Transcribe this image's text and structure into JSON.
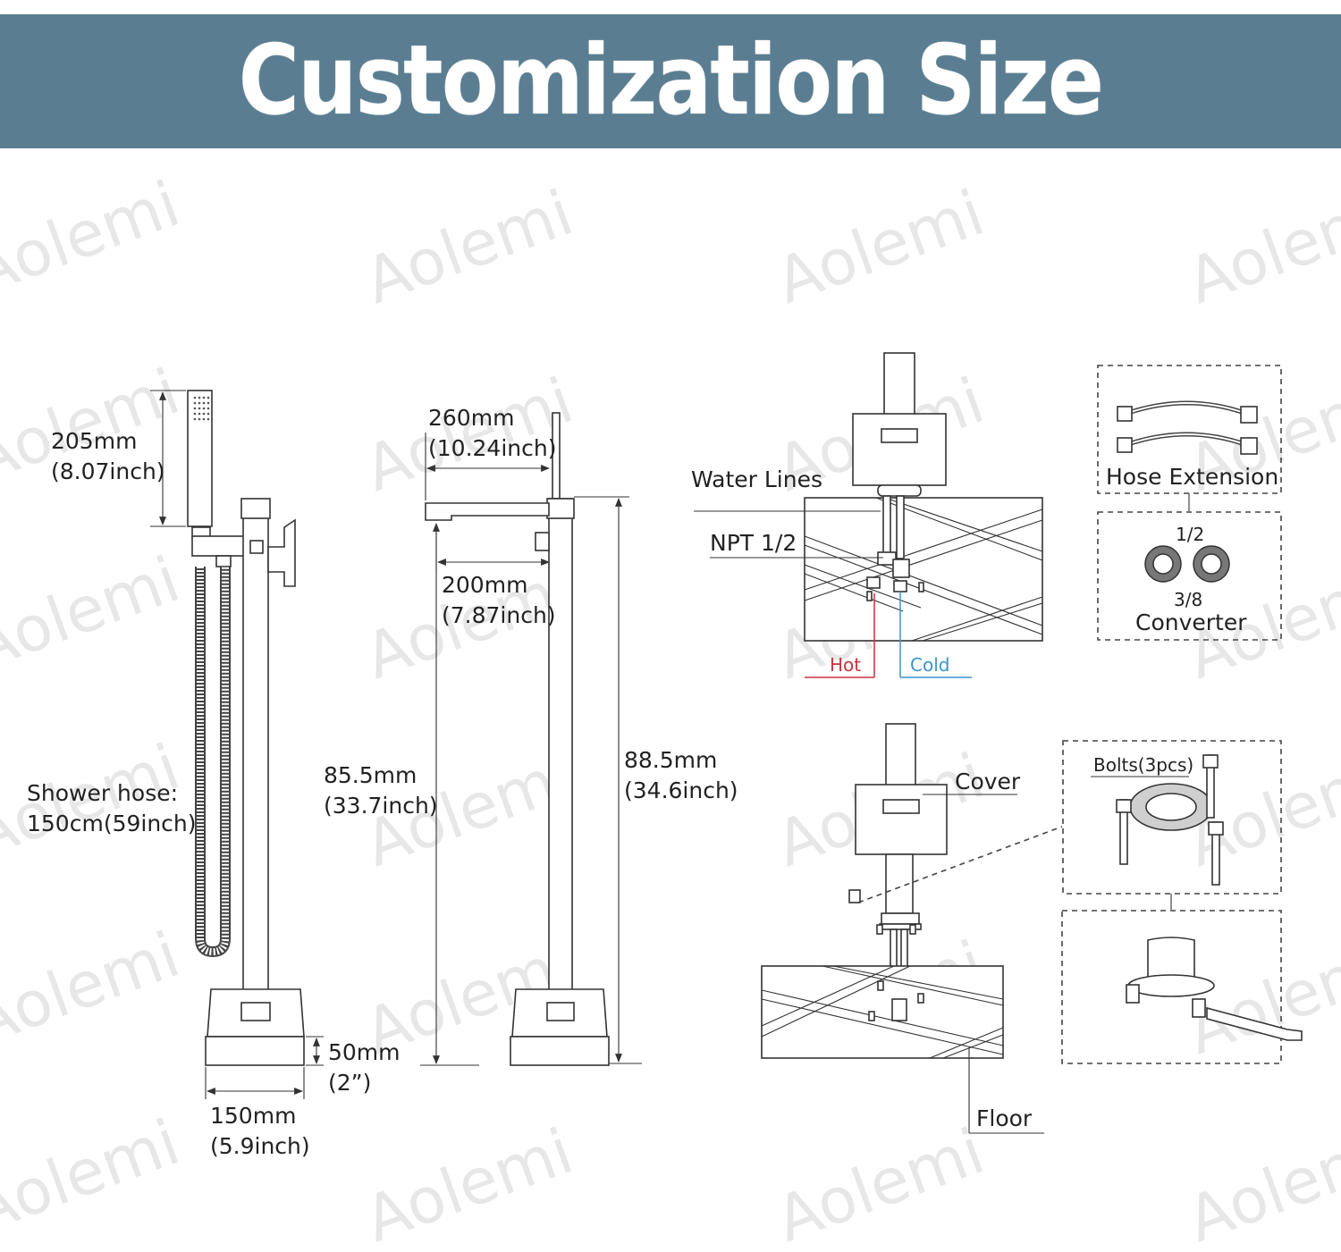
{
  "title": "Customization Size",
  "watermark": "Aolemi",
  "colors": {
    "banner": "#5a7d91",
    "hot": "#c8343c",
    "cold": "#3c94c8"
  },
  "dimensions": {
    "handshower_height": {
      "mm": "205mm",
      "inch": "(8.07inch)"
    },
    "shower_hose": {
      "line1": "Shower hose:",
      "line2": "150cm(59inch)"
    },
    "base_height": {
      "mm": "50mm",
      "inch": "(2”)"
    },
    "base_width": {
      "mm": "150mm",
      "inch": "(5.9inch)"
    },
    "spout_reach": {
      "mm": "260mm",
      "inch": "(10.24inch)"
    },
    "handle_reach": {
      "mm": "200mm",
      "inch": "(7.87inch)"
    },
    "spout_height": {
      "mm": "85.5mm",
      "inch": "(33.7inch)"
    },
    "total_height": {
      "mm": "88.5mm",
      "inch": "(34.6inch)"
    }
  },
  "installation": {
    "water_lines": "Water Lines",
    "npt": "NPT 1/2",
    "hot": "Hot",
    "cold": "Cold",
    "cover": "Cover",
    "floor": "Floor"
  },
  "accessories": {
    "hose_extension": "Hose Extension",
    "converter": "Converter",
    "converter_top": "1/2",
    "converter_bottom": "3/8",
    "bolts": "Bolts(3pcs)"
  }
}
